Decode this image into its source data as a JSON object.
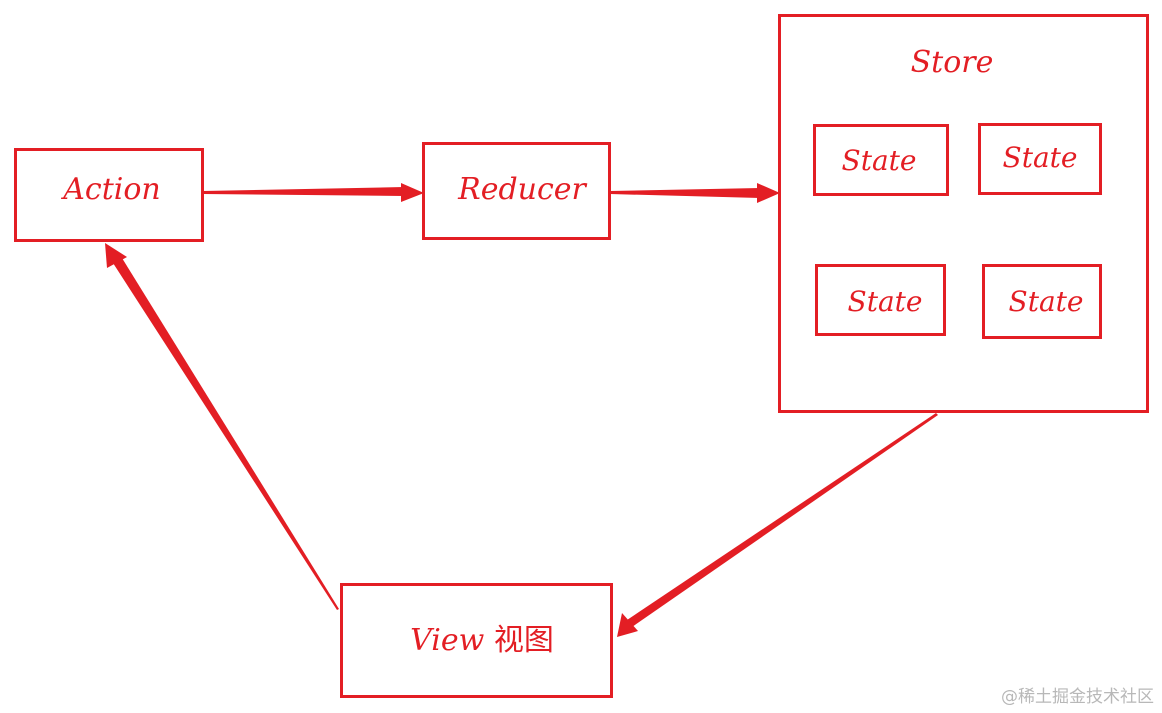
{
  "nodes": {
    "action": {
      "label": "Action"
    },
    "reducer": {
      "label": "Reducer"
    },
    "store": {
      "label": "Store",
      "states": [
        "State",
        "State",
        "State",
        "State"
      ]
    },
    "view": {
      "label_latin": "View",
      "label_cjk": "视图"
    }
  },
  "edges": [
    {
      "from": "action",
      "to": "reducer"
    },
    {
      "from": "reducer",
      "to": "store"
    },
    {
      "from": "store",
      "to": "view"
    },
    {
      "from": "view",
      "to": "action"
    }
  ],
  "colors": {
    "stroke": "#e31e24",
    "background": "#ffffff",
    "watermark": "#b8b8b8"
  },
  "watermark": "@稀土掘金技术社区"
}
